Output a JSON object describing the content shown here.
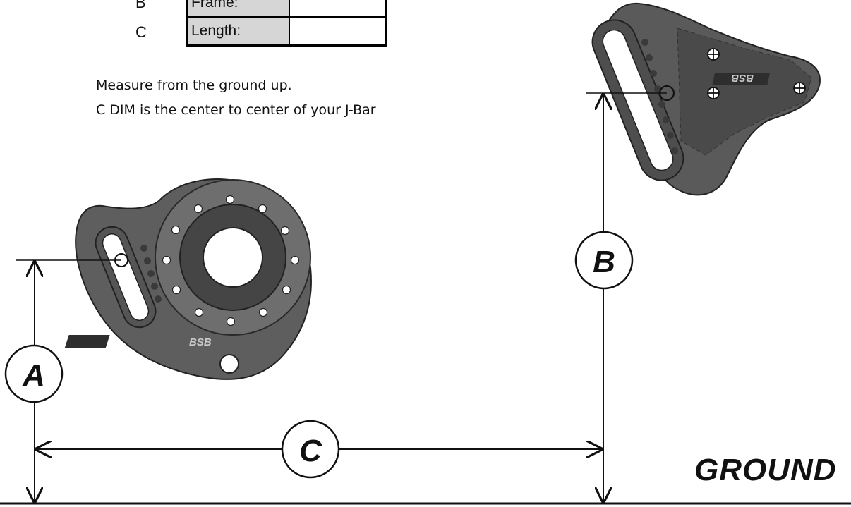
{
  "table": {
    "rows": [
      {
        "letter": "B",
        "label": "Frame:",
        "value": ""
      },
      {
        "letter": "C",
        "label": "Length:",
        "value": ""
      }
    ]
  },
  "notes": {
    "line1": "Measure from the ground up.",
    "line2": "C DIM is the center to center of your J-Bar"
  },
  "dimensions": {
    "a": "A",
    "b": "B",
    "c": "C"
  },
  "ground_label": "GROUND",
  "brackets": {
    "left_logo": "BSB",
    "right_logo": "BSB"
  },
  "colors": {
    "part_fill": "#5a5a5a",
    "part_dark": "#3f3f3f",
    "line": "#111111"
  }
}
